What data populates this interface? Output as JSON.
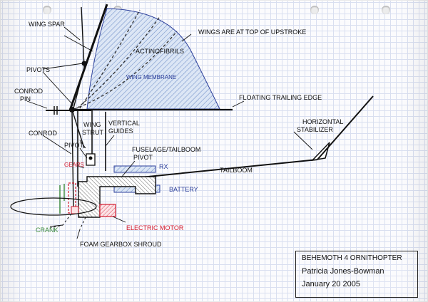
{
  "labels": {
    "wing_spar": "WING SPAR",
    "wings_top": "WINGS ARE AT TOP OF UPSTROKE",
    "actinofibrils": "ACTINOFIBRILS",
    "pivots": "PIVOTS",
    "wing_membrane": "WING  MEMBRANE",
    "conrod_pin_1": "CONROD",
    "conrod_pin_2": "PIN",
    "floating_trailing_edge": "FLOATING TRAILING EDGE",
    "conrod": "CONROD",
    "wing_strut_1": "WING",
    "wing_strut_2": "STRUT",
    "vertical_guides_1": "VERTICAL",
    "vertical_guides_2": "GUIDES",
    "horizontal_stabilizer_1": "HORIZONTAL",
    "horizontal_stabilizer_2": "STABILIZER",
    "pivot": "PIVOT",
    "fuselage_tailboom": "FUSELAGE/TAILBOOM",
    "pivot_2": "PIVOT",
    "gears": "GEARS",
    "rx": "RX",
    "tailboom": "TAILBOOM",
    "battery": "BATTERY",
    "crank": "CRANK",
    "electric_motor": "ELECTRIC MOTOR",
    "foam_gearbox_shroud": "FOAM GEARBOX SHROUD"
  },
  "title_block": {
    "line1": "BEHEMOTH 4  ORNITHOPTER",
    "line2": "Patricia Jones-Bowman",
    "line3": "January 20 2005"
  },
  "colors": {
    "ink": "#111111",
    "red": "#d21a2e",
    "blue": "#2c3f9a",
    "green": "#3b8a3b",
    "membrane": "#b9cbe8"
  }
}
